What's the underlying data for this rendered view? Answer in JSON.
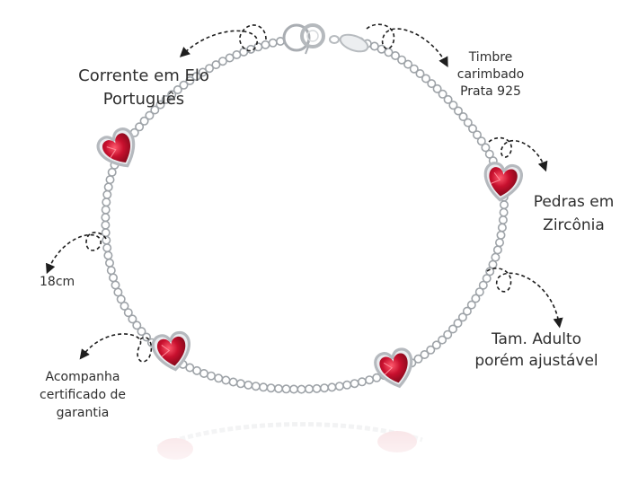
{
  "product": {
    "description": "Silver bracelet with four red heart stones on a rolo chain"
  },
  "labels": {
    "chain": [
      "Corrente em Elo",
      "Português"
    ],
    "stamp": [
      "Timbre",
      "carimbado",
      "Prata 925"
    ],
    "stones": [
      "Pedras em",
      "Zircônia"
    ],
    "length": "18cm",
    "size": [
      "Tam. Adulto",
      "porém ajustável"
    ],
    "certificate": [
      "Acompanha",
      "certificado de",
      "garantia"
    ]
  },
  "colors": {
    "silver": "#c9ccd0",
    "silver_dark": "#9ea3a8",
    "stone_red": "#c8102e",
    "stone_dark": "#8a0a1c",
    "arrow": "#1e1e1e"
  },
  "icons": {
    "callout_arrow": "dashed-curved-arrow-icon",
    "heart_stone": "heart-stone-icon",
    "clasp": "spring-ring-clasp-icon"
  }
}
